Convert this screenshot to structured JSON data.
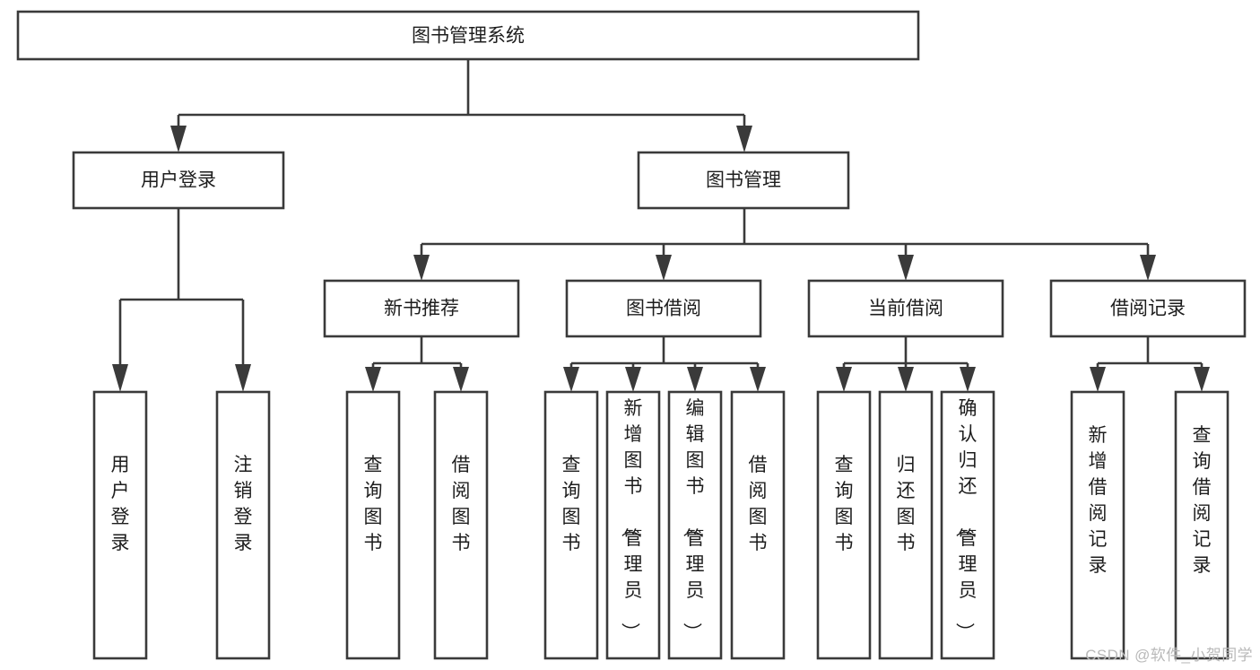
{
  "diagram": {
    "title": "图书管理系统",
    "type": "tree",
    "orientation": "top-down",
    "background_color": "#ffffff",
    "line_color": "#3a3a3a",
    "text_color": "#1d1d1d",
    "root": {
      "id": "root",
      "label": "图书管理系统",
      "text_orientation": "horizontal"
    },
    "level2": [
      {
        "id": "user-login",
        "label": "用户登录",
        "text_orientation": "horizontal"
      },
      {
        "id": "book-manage",
        "label": "图书管理",
        "text_orientation": "horizontal"
      }
    ],
    "level3": [
      {
        "id": "new-book-recommend",
        "label": "新书推荐",
        "parent": "book-manage",
        "text_orientation": "horizontal"
      },
      {
        "id": "book-borrow",
        "label": "图书借阅",
        "parent": "book-manage",
        "text_orientation": "horizontal"
      },
      {
        "id": "current-borrow",
        "label": "当前借阅",
        "parent": "book-manage",
        "text_orientation": "horizontal"
      },
      {
        "id": "borrow-record",
        "label": "借阅记录",
        "parent": "book-manage",
        "text_orientation": "horizontal"
      }
    ],
    "leaves": [
      {
        "id": "leaf-user-login",
        "label": "用户登录",
        "parent": "user-login",
        "text_orientation": "vertical"
      },
      {
        "id": "leaf-logout-login",
        "label": "注销登录",
        "parent": "user-login",
        "text_orientation": "vertical"
      },
      {
        "id": "leaf-query-book-1",
        "label": "查询图书",
        "parent": "new-book-recommend",
        "text_orientation": "vertical"
      },
      {
        "id": "leaf-borrow-book-1",
        "label": "借阅图书",
        "parent": "new-book-recommend",
        "text_orientation": "vertical"
      },
      {
        "id": "leaf-query-book-2",
        "label": "查询图书",
        "parent": "book-borrow",
        "text_orientation": "vertical"
      },
      {
        "id": "leaf-add-book",
        "label": "新增图书（管理员）",
        "parent": "book-borrow",
        "text_orientation": "vertical"
      },
      {
        "id": "leaf-edit-book",
        "label": "编辑图书（管理员）",
        "parent": "book-borrow",
        "text_orientation": "vertical"
      },
      {
        "id": "leaf-borrow-book-2",
        "label": "借阅图书",
        "parent": "book-borrow",
        "text_orientation": "vertical"
      },
      {
        "id": "leaf-query-book-3",
        "label": "查询图书",
        "parent": "current-borrow",
        "text_orientation": "vertical"
      },
      {
        "id": "leaf-return-book",
        "label": "归还图书",
        "parent": "current-borrow",
        "text_orientation": "vertical"
      },
      {
        "id": "leaf-confirm-return",
        "label": "确认归还（管理员）",
        "parent": "current-borrow",
        "text_orientation": "vertical"
      },
      {
        "id": "leaf-add-record",
        "label": "新增借阅记录",
        "parent": "borrow-record",
        "text_orientation": "vertical"
      },
      {
        "id": "leaf-query-record",
        "label": "查询借阅记录",
        "parent": "borrow-record",
        "text_orientation": "vertical"
      }
    ]
  },
  "watermark": {
    "text": "CSDN @软件_小贺同学",
    "color": "#b9b9b9"
  }
}
